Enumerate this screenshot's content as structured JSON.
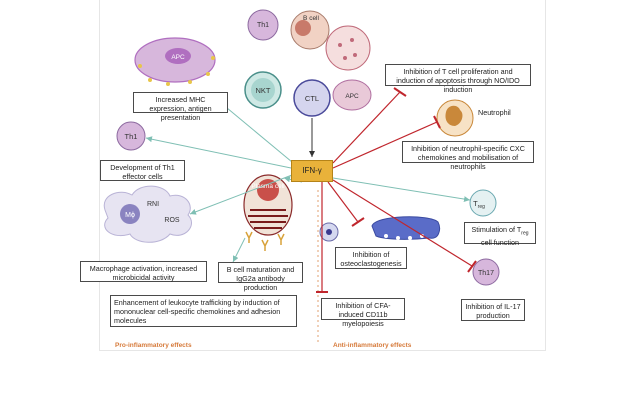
{
  "center": {
    "label": "IFN-γ"
  },
  "cells": {
    "apc_top": "APC",
    "th1_top": "Th1",
    "bcell_top": "B cell",
    "nkt": "NKT",
    "ctl": "CTL",
    "apc_bottom": "APC",
    "th1": "Th1",
    "plasma": "Plasma cell",
    "mphi": "Mϕ",
    "rni": "RNI",
    "ros": "ROS",
    "neutrophil": "Neutrophil",
    "treg": "T",
    "treg_sub": "reg",
    "th17": "Th17"
  },
  "boxes": {
    "mhc": "Increased MHC expression, antigen presentation",
    "th1dev": "Development of Th1 effector cells",
    "macro": "Macrophage activation, increased microbicidal activity",
    "bcell": "B cell maturation and IgG2a antibody production",
    "leuko": "Enhancement of leukocyte trafficking by induction of mononuclear cell-specific chemokines and adhesion molecules",
    "tcell_inh": "Inhibition of T cell proliferation and induction of apoptosis through NO/IDO induction",
    "neut_inh": "Inhibition of neutrophil-specific CXC chemokines and mobilisation of neutrophils",
    "treg_stim": "Stimulation of T",
    "treg_stim_sub": "reg",
    "treg_stim_end": " cell function",
    "osteo": "Inhibition of osteoclastogenesis",
    "cfa": "Inhibition of CFA-induced CD11b myelopoiesis",
    "il17": "Inhibition of IL-17 production"
  },
  "footer": {
    "pro": "Pro-inflammatory effects",
    "anti": "Anti-inflammatory effects"
  },
  "colors": {
    "activation_arrow": "#7fbfb4",
    "inhibition_line": "#c0262d",
    "ifn_box": "#e9b23a"
  }
}
